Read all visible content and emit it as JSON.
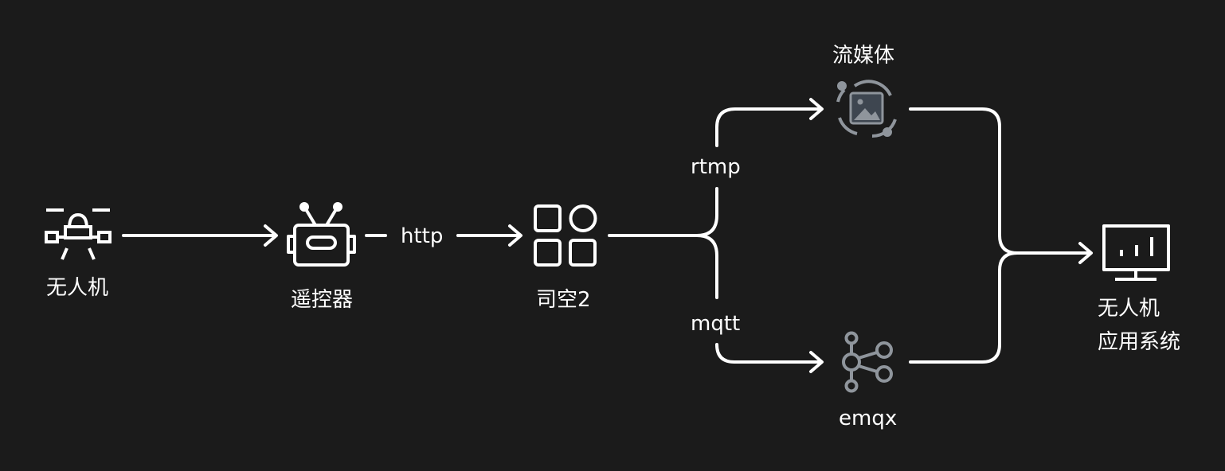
{
  "colors": {
    "background": "#1b1b1b",
    "line": "#ffffff",
    "muted_icon": "#8f959c",
    "muted_icon_fill": "#3e4650"
  },
  "nodes": {
    "drone": {
      "label": "无人机",
      "icon": "drone-icon"
    },
    "remote": {
      "label": "遥控器",
      "icon": "robot-icon"
    },
    "sikong": {
      "label": "司空2",
      "icon": "apps-grid-icon"
    },
    "streaming": {
      "label": "流媒体",
      "icon": "image-sync-icon"
    },
    "emqx": {
      "label": "emqx",
      "icon": "hub-network-icon"
    },
    "app": {
      "label_line1": "无人机",
      "label_line2": "应用系统",
      "icon": "monitor-chart-icon"
    }
  },
  "edges": {
    "remote_to_sikong": "http",
    "to_streaming": "rtmp",
    "to_emqx": "mqtt"
  }
}
